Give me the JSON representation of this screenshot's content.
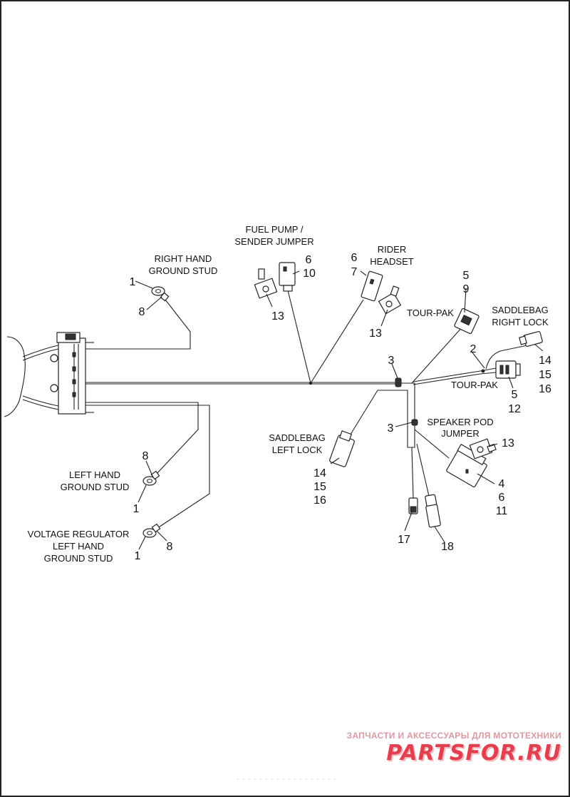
{
  "labels": {
    "fuel_pump_line1": "FUEL PUMP /",
    "fuel_pump_line2": "SENDER JUMPER",
    "right_ground_line1": "RIGHT HAND",
    "right_ground_line2": "GROUND STUD",
    "rider_headset_line1": "RIDER",
    "rider_headset_line2": "HEADSET",
    "tour_pak_upper": "TOUR-PAK",
    "saddlebag_right_line1": "SADDLEBAG",
    "saddlebag_right_line2": "RIGHT LOCK",
    "tour_pak_lower": "TOUR-PAK",
    "speaker_pod_line1": "SPEAKER POD",
    "speaker_pod_line2": "JUMPER",
    "saddlebag_left_line1": "SADDLEBAG",
    "saddlebag_left_line2": "LEFT LOCK",
    "left_ground_line1": "LEFT HAND",
    "left_ground_line2": "GROUND STUD",
    "voltage_reg_line1": "VOLTAGE REGULATOR",
    "voltage_reg_line2": "LEFT HAND",
    "voltage_reg_line3": "GROUND STUD"
  },
  "callouts": {
    "fuel_6": "6",
    "fuel_10": "10",
    "fuel_13": "13",
    "rh_1": "1",
    "rh_8": "8",
    "rider_6": "6",
    "rider_7": "7",
    "rider_13": "13",
    "tp_5": "5",
    "tp_9": "9",
    "sbr_2": "2",
    "sbr_14": "14",
    "sbr_15": "15",
    "sbr_16": "16",
    "tpl_5": "5",
    "tpl_12": "12",
    "clip_3a": "3",
    "clip_3b": "3",
    "sp_13": "13",
    "sp_4": "4",
    "sp_6": "6",
    "sp_11": "11",
    "sbl_14": "14",
    "sbl_15": "15",
    "sbl_16": "16",
    "c_17": "17",
    "c_18": "18",
    "lh_8": "8",
    "lh_1": "1",
    "vr_1": "1",
    "vr_8": "8"
  },
  "watermark": {
    "tagline": "ЗАПЧАСТИ И АКСЕССУАРЫ ДЛЯ МОТОТЕХНИКИ",
    "logo": "PARTSFOR.RU"
  },
  "colors": {
    "line": "#222222",
    "watermark": "#e0404f"
  }
}
